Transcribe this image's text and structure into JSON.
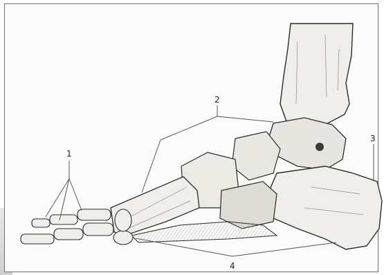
{
  "figure": {
    "title": "",
    "labels": [
      {
        "id": "toes",
        "text": "1"
      },
      {
        "id": "arch",
        "text": "2"
      },
      {
        "id": "heel",
        "text": "3"
      },
      {
        "id": "base",
        "text": "4"
      }
    ]
  },
  "colors": {
    "bone_fill": "#efeeea",
    "bone_shade": "#c9c7c0",
    "ink": "#2a2a2a",
    "leader": "#555555"
  }
}
